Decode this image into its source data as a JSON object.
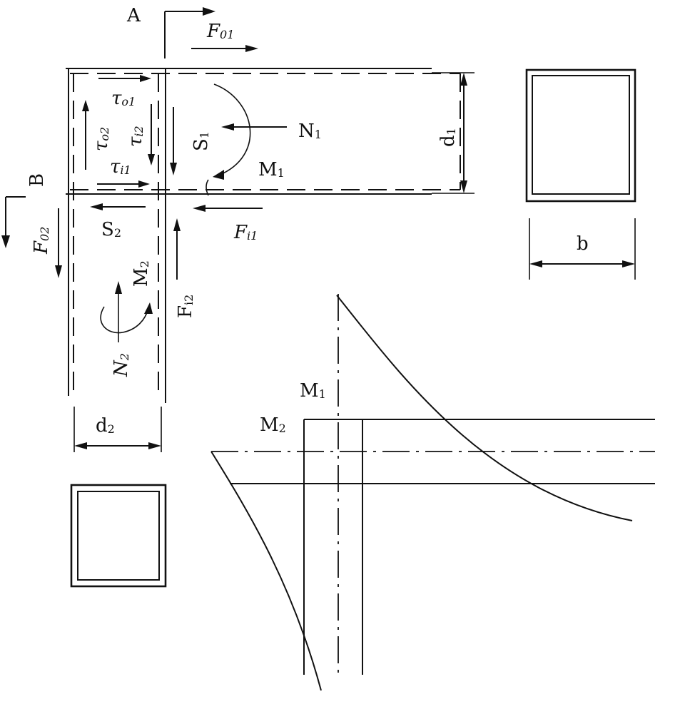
{
  "labels": {
    "section_a": "A",
    "section_b": "B",
    "f_o1": {
      "main": "F",
      "sub": "01"
    },
    "f_o2": {
      "main": "F",
      "sub": "02"
    },
    "f_i1": {
      "main": "F",
      "sub": "i1"
    },
    "f_i2": {
      "main": "F",
      "sub": "i2"
    },
    "tau_o1": {
      "main": "τ",
      "sub": "o1"
    },
    "tau_o2": {
      "main": "τ",
      "sub": "o2"
    },
    "tau_i1": {
      "main": "τ",
      "sub": "i1"
    },
    "tau_i2": {
      "main": "τ",
      "sub": "i2"
    },
    "s1": {
      "main": "S",
      "sub": "1"
    },
    "s2": {
      "main": "S",
      "sub": "2"
    },
    "n1": {
      "main": "N",
      "sub": "1"
    },
    "n2": {
      "main": "N",
      "sub": "2"
    },
    "m1": {
      "main": "M",
      "sub": "1"
    },
    "m2": {
      "main": "M",
      "sub": "2"
    },
    "d1": {
      "main": "d",
      "sub": "1"
    },
    "d2": {
      "main": "d",
      "sub": "2"
    },
    "b": "b",
    "graph_m1": {
      "main": "M",
      "sub": "1"
    },
    "graph_m2": {
      "main": "M",
      "sub": "2"
    }
  },
  "colors": {
    "ink": "#111111",
    "paper": "#ffffff"
  }
}
